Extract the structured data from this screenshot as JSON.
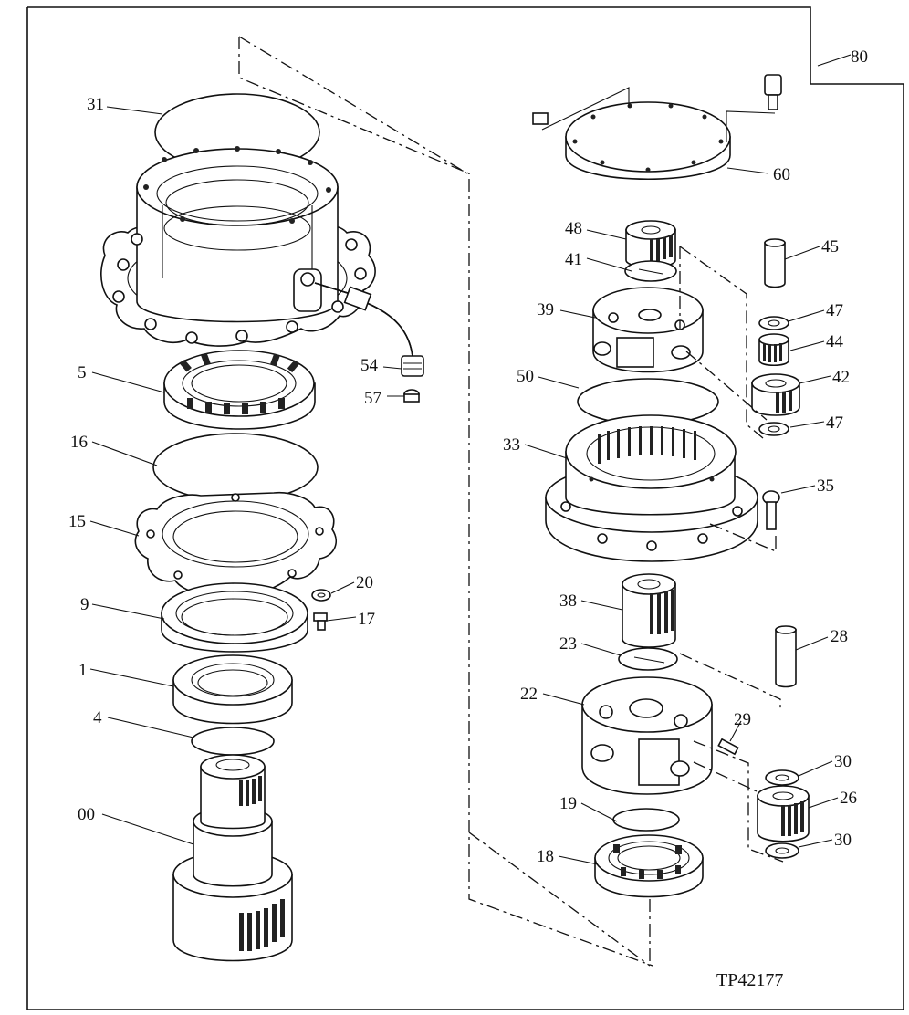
{
  "figure_id": "TP42177",
  "callouts": [
    "80",
    "31",
    "60",
    "48",
    "45",
    "41",
    "47",
    "39",
    "44",
    "5",
    "54",
    "50",
    "42",
    "57",
    "47",
    "16",
    "33",
    "35",
    "15",
    "20",
    "9",
    "17",
    "38",
    "28",
    "23",
    "1",
    "22",
    "29",
    "4",
    "30",
    "26",
    "19",
    "00",
    "30",
    "18"
  ]
}
